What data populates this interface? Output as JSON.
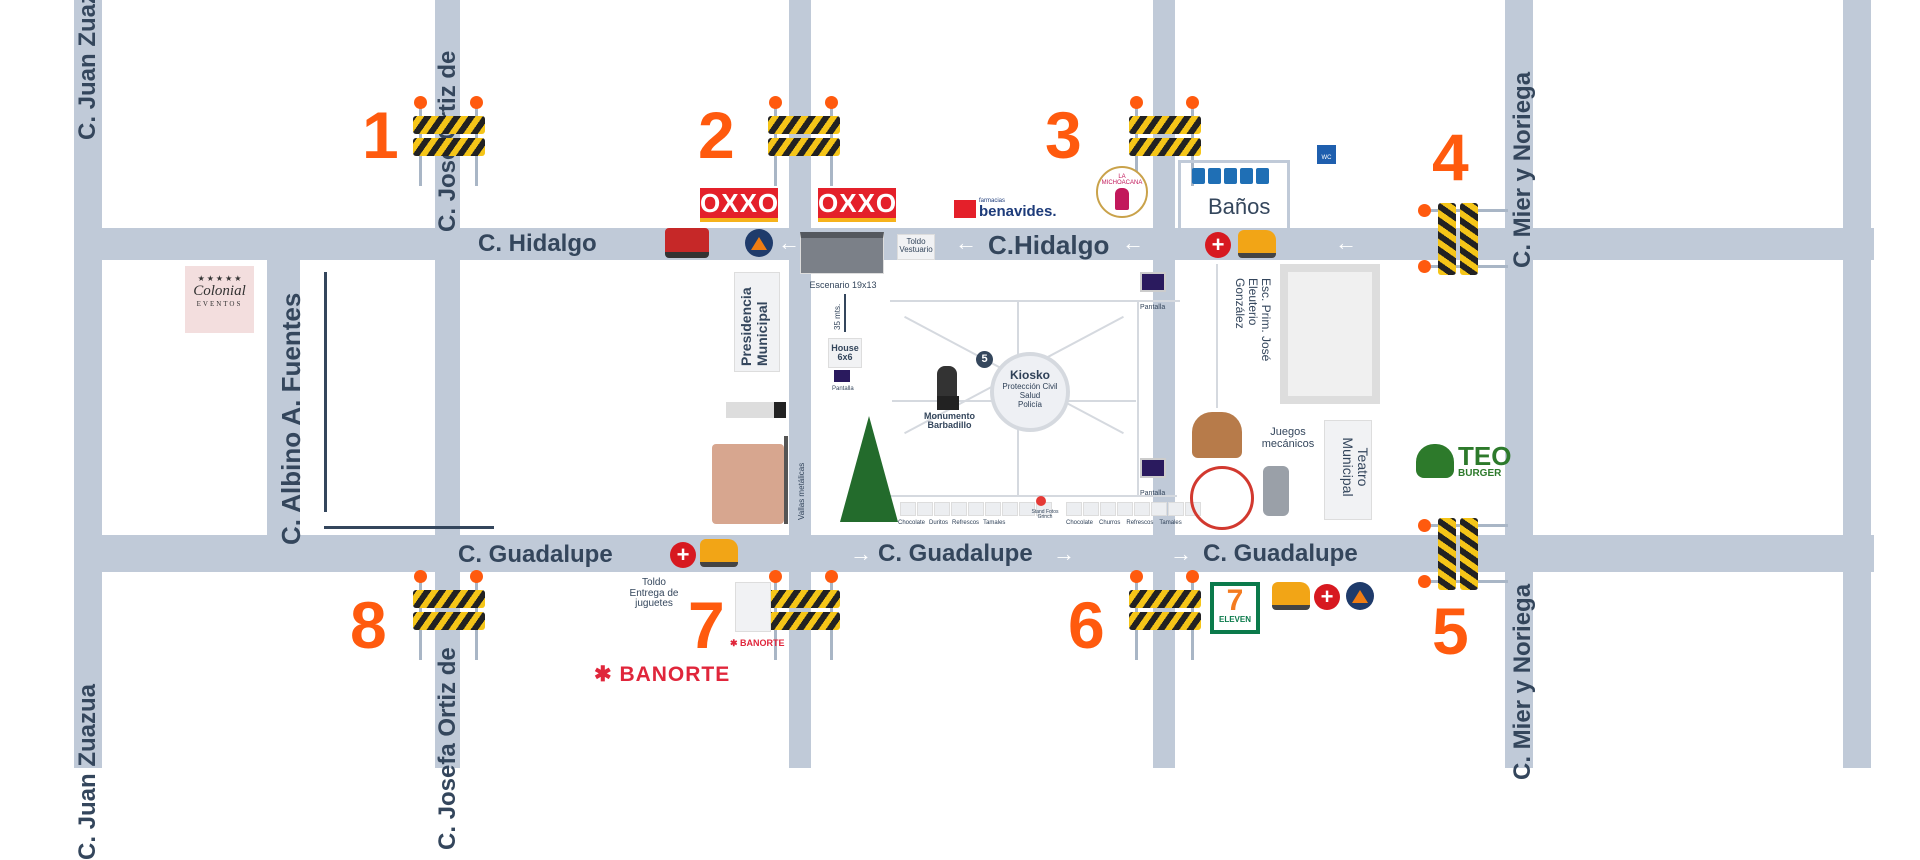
{
  "streets": {
    "juan_zuazua_top": "C. Juan Zuazua",
    "juan_zuazua_bottom": "C. Juan Zuazua",
    "ortiz_top": "C. José Ortiz de",
    "ortiz_bottom": "C. Josefa Ortiz de",
    "hidalgo_left": "C. Hidalgo",
    "hidalgo_right": "C.Hidalgo",
    "albino": "C. Albino A. Fuentes",
    "guadalupe_1": "C. Guadalupe",
    "guadalupe_2": "C. Guadalupe",
    "guadalupe_3": "C. Guadalupe",
    "mier_top": "C. Mier y Noriega",
    "mier_bottom": "C. Mier y Noriega"
  },
  "closures": [
    "1",
    "2",
    "3",
    "4",
    "5",
    "6",
    "7",
    "8"
  ],
  "businesses": {
    "oxxo": "OXXO",
    "benavides_small": "farmacias",
    "benavides": "benavides.",
    "colonial": "Colonial",
    "colonial_sub": "EVENTOS",
    "banorte": "BANORTE",
    "banorte_small": "BANORTE",
    "teo": "TEO",
    "teo_sub": "BURGER",
    "seven": "7",
    "seven_sub": "ELEVEN",
    "micho": "LA MICHOACANA"
  },
  "places": {
    "banos": "Baños",
    "wc": "WC",
    "toldo_vestuario": "Toldo Vestuario",
    "escenario": "Escenario 19x13",
    "distance": "35 mts.",
    "house": "House 6x6",
    "pantalla": "Pantalla",
    "presidencia": "Presidencia Municipal",
    "kiosko": "Kiosko",
    "kiosko_services": [
      "Protección Civil",
      "Salud",
      "Policía"
    ],
    "kiosko_badge": "5",
    "monumento": "Monumento Barbadillo",
    "escuela": "Esc. Prim. José Eleuterio González",
    "juegos": "Juegos mecánicos",
    "teatro": "Teatro Municipal",
    "vallas": "Vallas metálicas",
    "toldo_juguetes": "Toldo Entrega de juguetes",
    "grinch": "Stand Fotos Grinch",
    "stalls_left": [
      "Chocolate",
      "Duritos",
      "Refrescos",
      "Tamales"
    ],
    "stalls_right": [
      "Chocolate",
      "Churros",
      "Refrescos",
      "Tamales"
    ]
  },
  "colors": {
    "road": "#c0cad8",
    "closure": "#ff5a0e",
    "label": "#34465c"
  }
}
